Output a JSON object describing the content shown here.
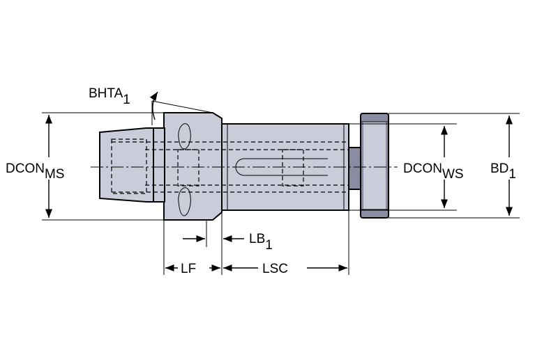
{
  "diagram": {
    "labels": {
      "bhta": {
        "main": "BHTA",
        "sub": "1"
      },
      "dcon_ms": {
        "main": "DCON",
        "sub": "MS"
      },
      "dcon_ws": {
        "main": "DCON",
        "sub": "WS"
      },
      "bd": {
        "main": "BD",
        "sub": "1"
      },
      "lb": {
        "main": "LB",
        "sub": "1"
      },
      "lf": {
        "main": "LF"
      },
      "lsc": {
        "main": "LSC"
      }
    },
    "colors": {
      "body": "#c9ccd9",
      "shade": "#8a8da1",
      "line": "#000000"
    }
  }
}
